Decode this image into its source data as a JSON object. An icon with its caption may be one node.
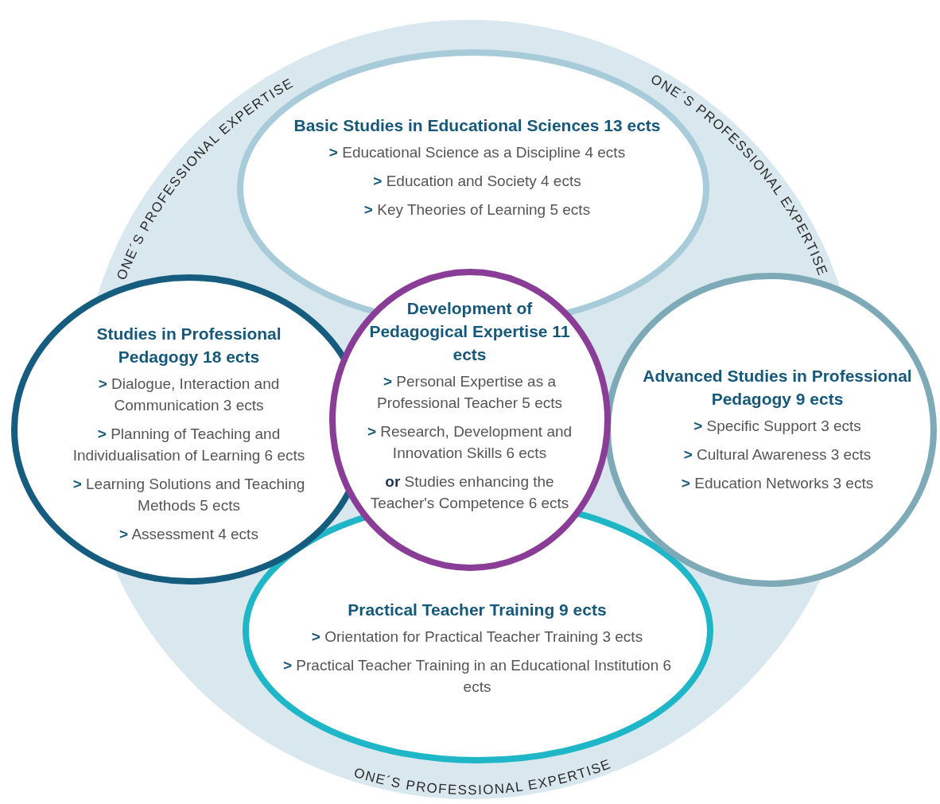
{
  "diagram": {
    "nodes": [
      {
        "text": [
          "ONE´S PROFESSIONAL EXPERTISE",
          "ONE´S PROFESSIONAL EXPERTISE",
          "ONE´S PROFESSIONAL EXPERTISE"
        ]
      },
      {
        "text": [
          "Basic Studies in Educational Sciences 13 ects",
          "**>** Educational Science as a Discipline 4 ects",
          "**>** Education and Society 4 ects",
          "**>** Key Theories of Learning 5 ects"
        ],
        "in": 0
      },
      {
        "text": [
          "Studies in Professional Pedagogy 18 ects",
          "**>** Dialogue, Interaction and Communication 3 ects",
          "**>** Planning of Teaching and Individualisation of Learning 6 ects",
          "**>** Learning Solutions and Teaching Methods 5 ects",
          "**>** Assessment 4 ects"
        ]
      },
      {
        "text": [
          "Development of Pedagogical Expertise 11 ects",
          "**>** Personal Expertise as a Professional Teacher 5 ects",
          "**>** Research, Development and Innovation Skills 6 ects",
          "**or** Studies enhancing the Teacher's Competence 6 ects"
        ],
        "in": 0
      },
      {
        "text": [
          "Advanced Studies in Professional Pedagogy 9 ects",
          "**>** Specific Support 3 ects",
          "**>** Cultural Awareness 3 ects",
          "**>** Education Networks 3 ects"
        ]
      },
      {
        "text": [
          "Practical Teacher Training 9 ects",
          "**>** Orientation for Practical Teacher Training 3 ects",
          "**>** Practical Teacher Training in an Educational Institution 6 ects"
        ],
        "in": 0
      }
    ]
  }
}
